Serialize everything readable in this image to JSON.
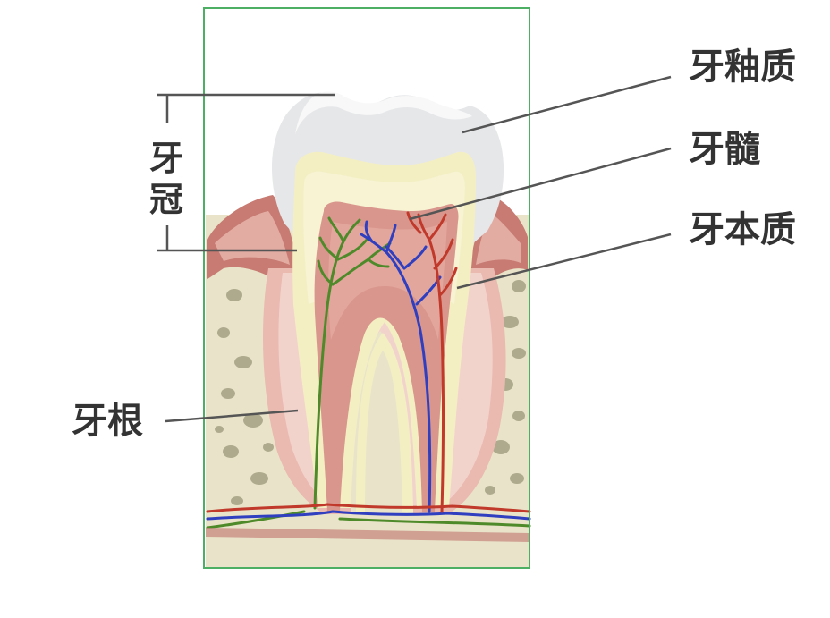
{
  "labels": {
    "enamel": "牙釉质",
    "pulp": "牙髓",
    "dentin": "牙本质",
    "root": "牙根",
    "crown_char_1": "牙",
    "crown_char_2": "冠"
  },
  "colors": {
    "frame": "#4caf63",
    "label_text": "#333333",
    "leader_line": "#555555",
    "enamel": "#e6e7e9",
    "dentin": "#f3efc3",
    "pulp": "#d9968c",
    "gum": "#c77b72",
    "bone": "#e2dcc0",
    "bone_spots": "#a4a184",
    "artery": "#c0392b",
    "vein": "#2f3fbf",
    "nerve": "#4f8a2a"
  }
}
